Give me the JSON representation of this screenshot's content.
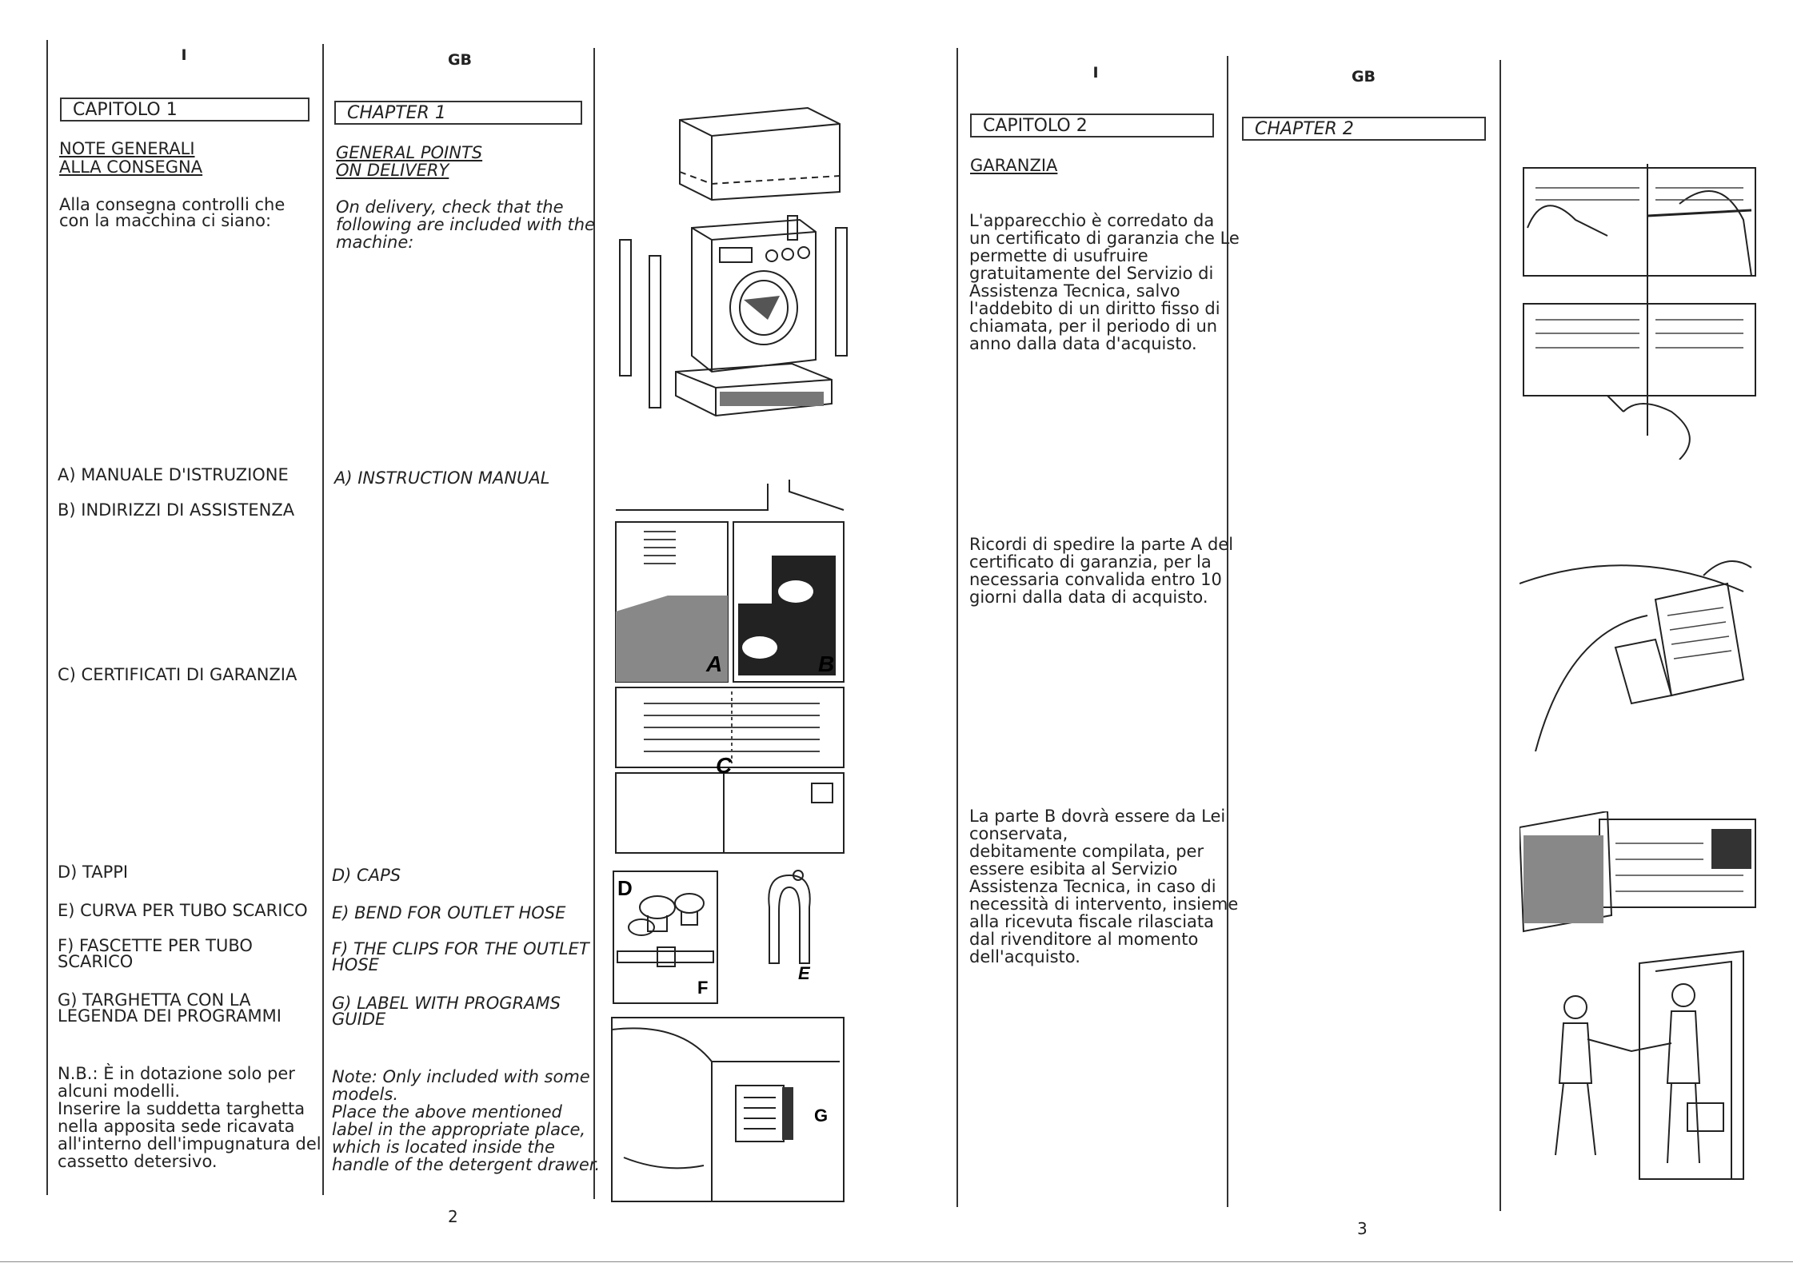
{
  "left_page": {
    "col_it_header": "I",
    "col_gb_header": "GB",
    "it": {
      "chapter": "CAPITOLO 1",
      "heading_line1": "NOTE GENERALI",
      "heading_line2": "ALLA CONSEGNA",
      "intro_line1": "Alla consegna controlli che",
      "intro_line2": "con la macchina ci siano:",
      "item_a": "A) MANUALE D'ISTRUZIONE",
      "item_b": "B) INDIRIZZI DI ASSISTENZA",
      "item_c": "C) CERTIFICATI DI GARANZIA",
      "item_d": "D) TAPPI",
      "item_e": "E) CURVA PER TUBO SCARICO",
      "item_f_line1": "F) FASCETTE PER TUBO",
      "item_f_line2": "SCARICO",
      "item_g_line1": "G) TARGHETTA CON LA",
      "item_g_line2": "LEGENDA DEI PROGRAMMI",
      "note_lines": [
        "N.B.: È in dotazione solo per",
        "alcuni modelli.",
        "Inserire la suddetta targhetta",
        "nella apposita sede ricavata",
        "all'interno dell'impugnatura del",
        "cassetto detersivo."
      ]
    },
    "gb": {
      "chapter": "CHAPTER 1",
      "heading_line1": "GENERAL POINTS",
      "heading_line2": "ON DELIVERY",
      "intro_lines": [
        "On delivery, check that the",
        "following are included with the",
        "machine:"
      ],
      "item_a": "A) INSTRUCTION MANUAL",
      "item_d": "D) CAPS",
      "item_e": "E) BEND FOR OUTLET HOSE",
      "item_f_line1": "F) THE CLIPS FOR THE OUTLET",
      "item_f_line2": "HOSE",
      "item_g_line1": "G) LABEL WITH PROGRAMS",
      "item_g_line2": "GUIDE",
      "note_lines": [
        "Note: Only included with some",
        "models.",
        "Place the above mentioned",
        "label in the appropriate place,",
        "which is located inside the",
        "handle of the detergent drawer."
      ]
    },
    "figure_labels": {
      "a": "A",
      "b": "B",
      "c": "C",
      "d": "D",
      "e": "E",
      "f": "F",
      "g": "G"
    },
    "page_number": "2"
  },
  "right_page": {
    "col_it_header": "I",
    "col_gb_header": "GB",
    "it": {
      "chapter": "CAPITOLO 2",
      "heading": "GARANZIA",
      "para1_lines": [
        "L'apparecchio è corredato da",
        "un certificato di garanzia che Le",
        "permette di usufruire",
        "gratuitamente del Servizio di",
        "Assistenza Tecnica, salvo",
        "l'addebito di un diritto fisso di",
        "chiamata, per il periodo di un",
        "anno dalla data d'acquisto."
      ],
      "para2_lines": [
        "Ricordi di spedire la parte A del",
        "certificato di garanzia, per la",
        "necessaria convalida entro 10",
        "giorni dalla data di acquisto."
      ],
      "para3_lines": [
        "La parte B dovrà essere da Lei",
        "conservata,",
        "debitamente compilata, per",
        "essere esibita al Servizio",
        "Assistenza Tecnica, in caso di",
        "necessità di intervento, insieme",
        "alla ricevuta fiscale rilasciata",
        "dal rivenditore al momento",
        "dell'acquisto."
      ]
    },
    "gb": {
      "chapter": "CHAPTER 2"
    },
    "page_number": "3"
  }
}
